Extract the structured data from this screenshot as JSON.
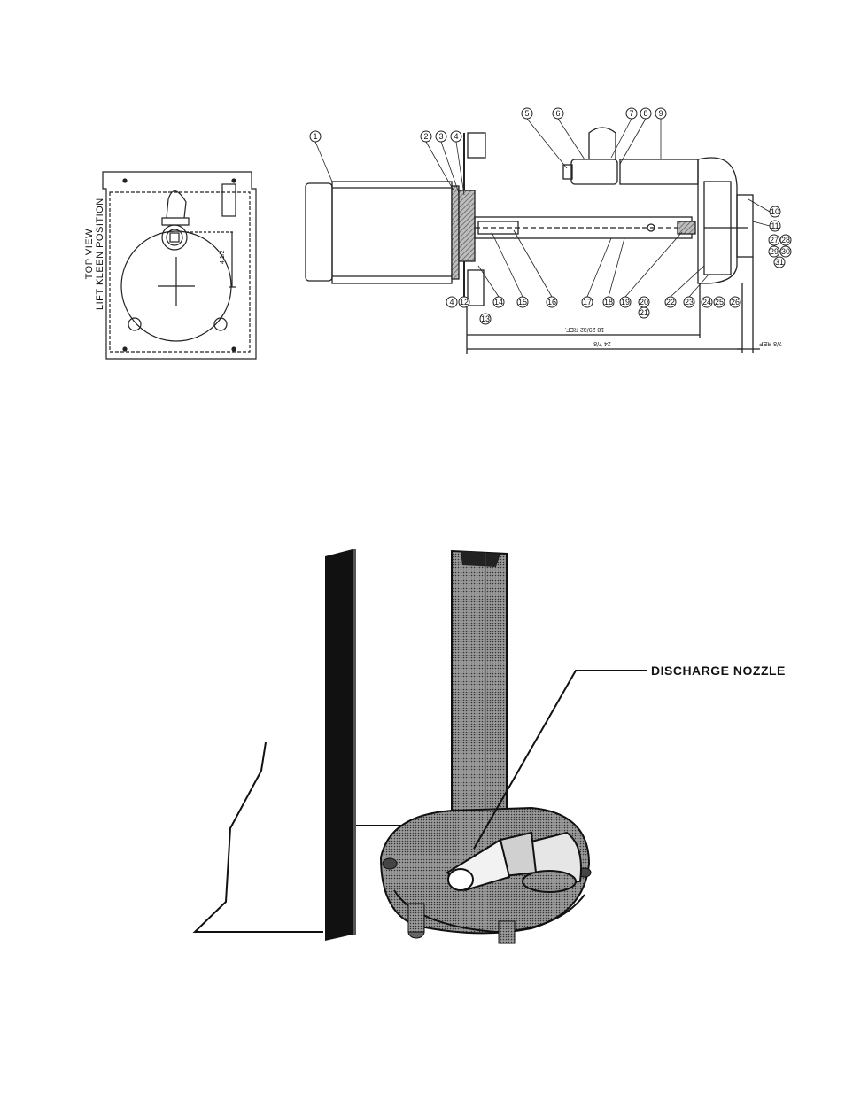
{
  "top_view": {
    "line1": "TOP VIEW",
    "line2": "LIFT KLEEN POSITION"
  },
  "callouts": [
    "1",
    "2",
    "3",
    "4",
    "5",
    "6",
    "7",
    "8",
    "9",
    "10",
    "11",
    "4",
    "12",
    "13",
    "14",
    "15",
    "16",
    "17",
    "18",
    "19",
    "20",
    "21",
    "22",
    "23",
    "24",
    "25",
    "26",
    "27",
    "28",
    "29",
    "30",
    "31"
  ],
  "dimensions": {
    "d1": "18 29/32 REF.",
    "d2": "24 7/8",
    "d3": "7/8 REF"
  },
  "discharge_label": "DISCHARGE NOZZLE"
}
